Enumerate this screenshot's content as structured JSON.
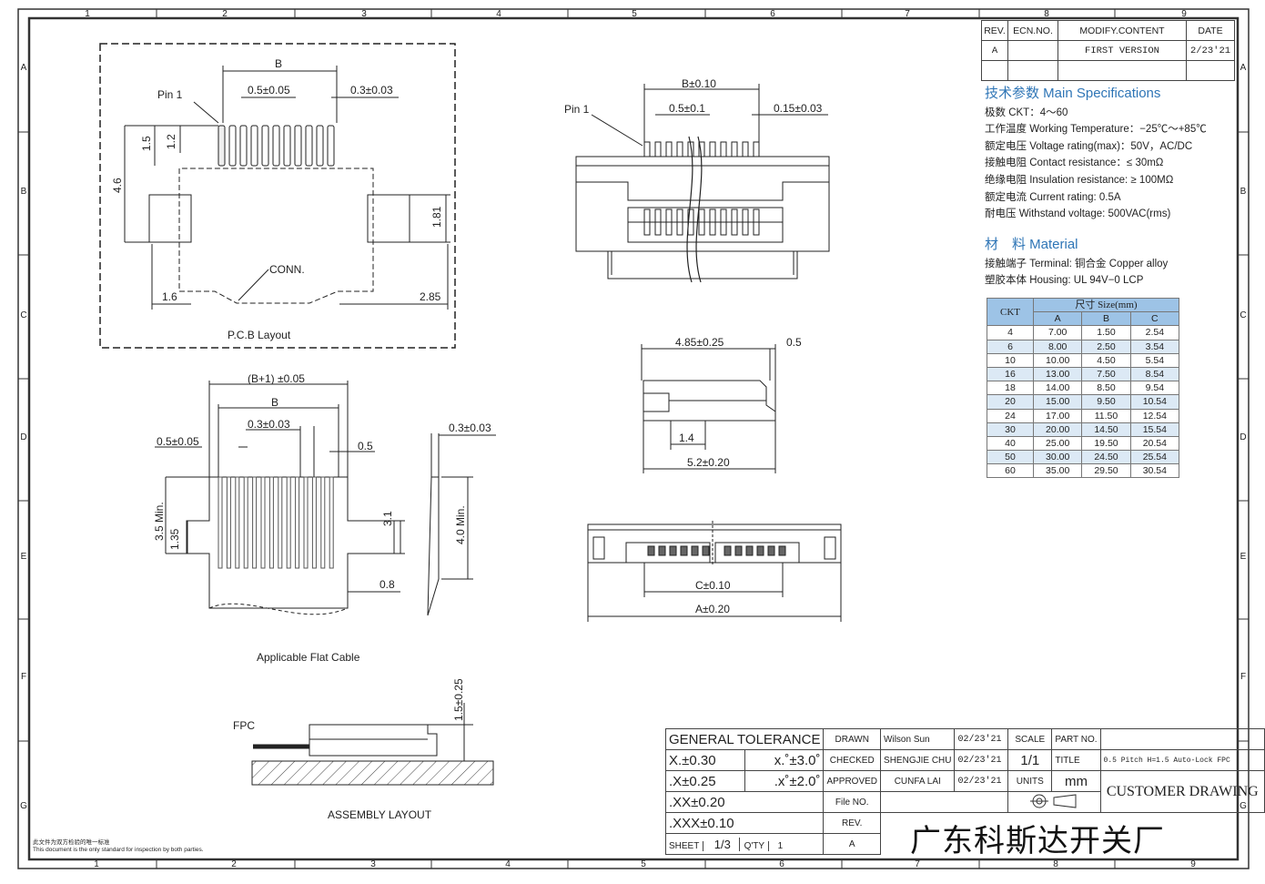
{
  "border": {
    "columns_top": [
      "1",
      "2",
      "3",
      "4",
      "5",
      "6",
      "7",
      "8",
      "9"
    ],
    "columns_bottom": [
      "1",
      "2",
      "3",
      "4",
      "5",
      "6",
      "7",
      "8",
      "9"
    ],
    "rows": [
      "A",
      "B",
      "C",
      "D",
      "E",
      "F",
      "G"
    ]
  },
  "pcb_layout": {
    "title": "P.C.B Layout",
    "dims": {
      "b": "B",
      "pitch": "0.5±0.05",
      "width": "0.3±0.03",
      "pin1": "Pin 1",
      "h15": "1.5",
      "h12": "1.2",
      "h46": "4.6",
      "h181": "1.81",
      "w16": "1.6",
      "w285": "2.85",
      "conn": "CONN."
    }
  },
  "front_view": {
    "dims": {
      "b": "B±0.10",
      "pitch": "0.5±0.1",
      "width": "0.15±0.03",
      "pin1": "Pin 1"
    }
  },
  "side_view": {
    "dims": {
      "top": "4.85±0.25",
      "thick": "0.5",
      "step": "1.4",
      "bottom": "5.2±0.20"
    }
  },
  "bottom_view": {
    "dims": {
      "c": "C±0.10",
      "a": "A±0.20"
    }
  },
  "flat_cable": {
    "title": "Applicable Flat Cable",
    "dims": {
      "b1": "(B+1) ±0.05",
      "b": "B",
      "w1": "0.3±0.03",
      "pitch": "0.5±0.05",
      "gap": "0.5",
      "h35": "3.5 Min.",
      "h135": "1.35",
      "h31": "3.1",
      "h08": "0.8",
      "thk": "0.3±0.03",
      "h40": "4.0 Min."
    }
  },
  "assembly": {
    "title": "ASSEMBLY LAYOUT",
    "fpc": "FPC",
    "dim": "1.5±0.25"
  },
  "revision": {
    "headers": [
      "REV.",
      "ECN.NO.",
      "MODIFY.CONTENT",
      "DATE"
    ],
    "rows": [
      [
        "A",
        "",
        "FIRST VERSION",
        "2/23'21"
      ]
    ]
  },
  "specs": {
    "title": "技术参数 Main Specifications",
    "lines": [
      "极数 CKT：4～60",
      "工作温度 Working Temperature：−25℃～+85℃",
      "额定电压 Voltage rating(max)：50V，AC/DC",
      "接触电阻 Contact resistance：≤ 30mΩ",
      "绝缘电阻 Insulation resistance: ≥ 100MΩ",
      "额定电流 Current rating: 0.5A",
      "耐电压 Withstand voltage: 500VAC(rms)"
    ]
  },
  "material": {
    "title": "材　料 Material",
    "lines": [
      "接触端子 Terminal: 铜合金 Copper alloy",
      "塑胶本体 Housing: UL 94V−0 LCP"
    ]
  },
  "size_table": {
    "ckt_header": "CKT",
    "size_header": "尺寸 Size(mm)",
    "cols": [
      "A",
      "B",
      "C"
    ],
    "rows": [
      [
        "4",
        "7.00",
        "1.50",
        "2.54"
      ],
      [
        "6",
        "8.00",
        "2.50",
        "3.54"
      ],
      [
        "10",
        "10.00",
        "4.50",
        "5.54"
      ],
      [
        "16",
        "13.00",
        "7.50",
        "8.54"
      ],
      [
        "18",
        "14.00",
        "8.50",
        "9.54"
      ],
      [
        "20",
        "15.00",
        "9.50",
        "10.54"
      ],
      [
        "24",
        "17.00",
        "11.50",
        "12.54"
      ],
      [
        "30",
        "20.00",
        "14.50",
        "15.54"
      ],
      [
        "40",
        "25.00",
        "19.50",
        "20.54"
      ],
      [
        "50",
        "30.00",
        "24.50",
        "25.54"
      ],
      [
        "60",
        "35.00",
        "29.50",
        "30.54"
      ]
    ]
  },
  "title_block": {
    "general_tolerance": "GENERAL TOLERANCE",
    "tol_x": "X.±0.30",
    "tol_xx": ".X±0.25",
    "tol_xxx": ".XX±0.20",
    "tol_xxxx": ".XXX±0.10",
    "ang1": "x.˚±3.0˚",
    "ang2": ".x˚±2.0˚",
    "drawn_label": "DRAWN",
    "drawn_name": "Wilson Sun",
    "drawn_date": "02/23'21",
    "checked_label": "CHECKED",
    "checked_name": "SHENGJIE CHU",
    "checked_date": "02/23'21",
    "approved_label": "APPROVED",
    "approved_name": "CUNFA LAI",
    "approved_date": "02/23'21",
    "file_label": "File NO.",
    "rev_label": "REV.",
    "rev_value": "A",
    "sheet_label": "SHEET",
    "sheet_value": "1/3",
    "qty_label": "Q'TY",
    "qty_value": "1",
    "scale_label": "SCALE",
    "scale_value": "1/1",
    "units_label": "UNITS",
    "units_value": "mm",
    "part_label": "PART NO.",
    "title_label": "TITLE",
    "title_value": "0.5 Pitch H=1.5 Auto-Lock FPC",
    "drawing_label": "CUSTOMER DRAWING",
    "company": "广东科斯达开关厂"
  },
  "note": {
    "cn": "此文件为双方检验的唯一标准",
    "en": "This document is the only standard for inspection by both parties."
  }
}
